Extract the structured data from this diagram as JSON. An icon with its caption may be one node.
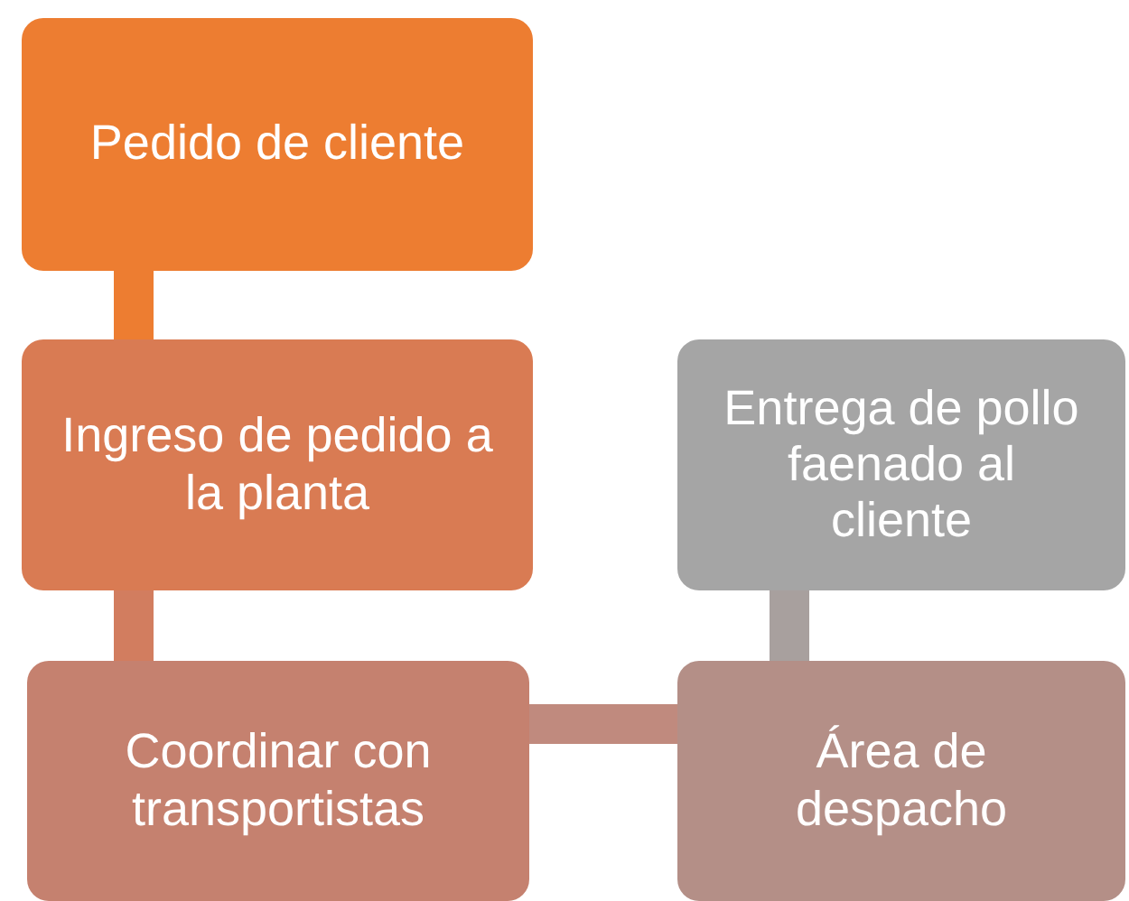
{
  "diagram": {
    "nodes": [
      {
        "text": [
          "Pedido de cliente"
        ]
      },
      {
        "text": [
          "Ingreso de pedido a la planta"
        ]
      },
      {
        "text": [
          "Coordinar con transportistas"
        ]
      },
      {
        "text": [
          "Área de despacho"
        ]
      },
      {
        "text": [
          "Entrega de pollo faenado al cliente"
        ]
      }
    ],
    "edges": [
      {
        "from": 0,
        "to": 1,
        "arrow": "none",
        "color": "#ed7d31"
      },
      {
        "from": 1,
        "to": 2,
        "arrow": "none",
        "color": "#d27d5f"
      },
      {
        "from": 2,
        "to": 3,
        "arrow": "none",
        "color": "#c08a7e"
      },
      {
        "from": 3,
        "to": 4,
        "arrow": "none",
        "color": "#a8a09e"
      }
    ]
  }
}
